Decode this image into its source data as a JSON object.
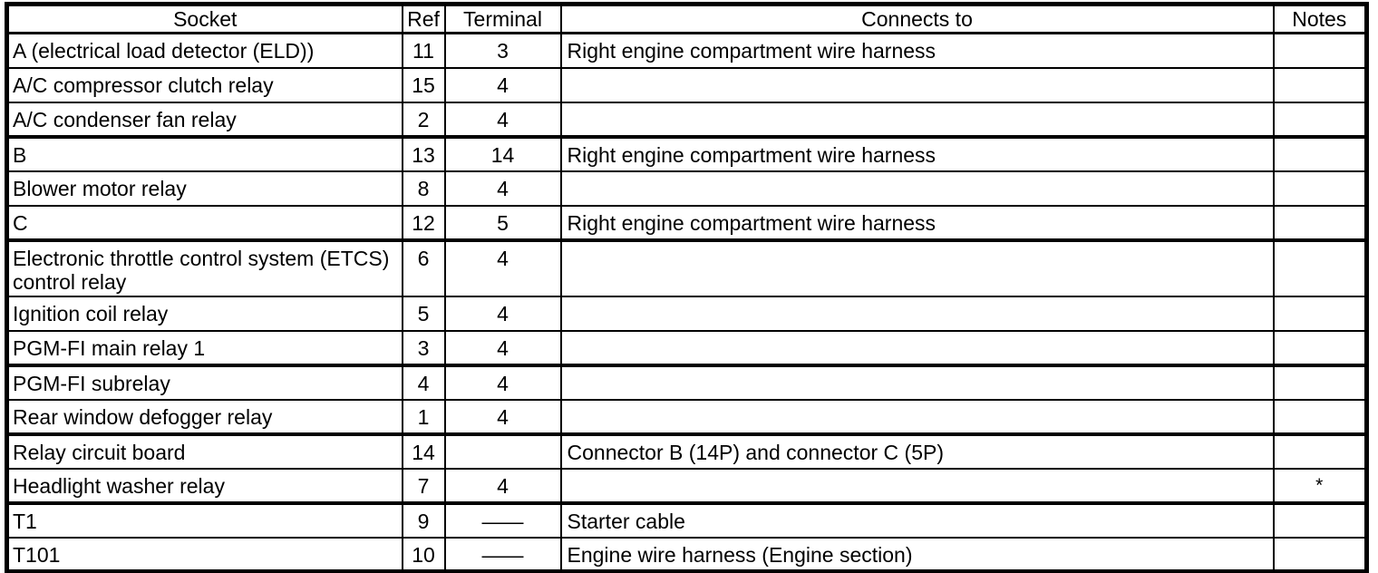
{
  "table": {
    "headers": [
      "Socket",
      "Ref",
      "Terminal",
      "Connects to",
      "Notes"
    ],
    "rows": [
      {
        "socket": "A (electrical load detector (ELD))",
        "ref": "11",
        "terminal": "3",
        "connects_to": "Right engine compartment wire harness",
        "notes": ""
      },
      {
        "socket": "A/C compressor clutch relay",
        "ref": "15",
        "terminal": "4",
        "connects_to": "",
        "notes": ""
      },
      {
        "socket": "A/C condenser fan relay",
        "ref": "2",
        "terminal": "4",
        "connects_to": "",
        "notes": ""
      },
      {
        "socket": "B",
        "ref": "13",
        "terminal": "14",
        "connects_to": "Right engine compartment wire harness",
        "notes": ""
      },
      {
        "socket": "Blower motor relay",
        "ref": "8",
        "terminal": "4",
        "connects_to": "",
        "notes": ""
      },
      {
        "socket": "C",
        "ref": "12",
        "terminal": "5",
        "connects_to": "Right engine compartment wire harness",
        "notes": ""
      },
      {
        "socket": "Electronic throttle control system (ETCS) control relay",
        "ref": "6",
        "terminal": "4",
        "connects_to": "",
        "notes": ""
      },
      {
        "socket": "Ignition coil relay",
        "ref": "5",
        "terminal": "4",
        "connects_to": "",
        "notes": ""
      },
      {
        "socket": "PGM-FI main relay 1",
        "ref": "3",
        "terminal": "4",
        "connects_to": "",
        "notes": ""
      },
      {
        "socket": "PGM-FI subrelay",
        "ref": "4",
        "terminal": "4",
        "connects_to": "",
        "notes": ""
      },
      {
        "socket": "Rear window defogger relay",
        "ref": "1",
        "terminal": "4",
        "connects_to": "",
        "notes": ""
      },
      {
        "socket": "Relay circuit board",
        "ref": "14",
        "terminal": "",
        "connects_to": "Connector B (14P) and connector C (5P)",
        "notes": ""
      },
      {
        "socket": "Headlight washer relay",
        "ref": "7",
        "terminal": "4",
        "connects_to": "",
        "notes": "*"
      },
      {
        "socket": "T1",
        "ref": "9",
        "terminal": "——",
        "connects_to": "Starter cable",
        "notes": ""
      },
      {
        "socket": "T101",
        "ref": "10",
        "terminal": "——",
        "connects_to": "Engine wire harness (Engine section)",
        "notes": ""
      }
    ],
    "colors": {
      "border": "#000000",
      "text": "#000000",
      "background": "#ffffff"
    }
  }
}
